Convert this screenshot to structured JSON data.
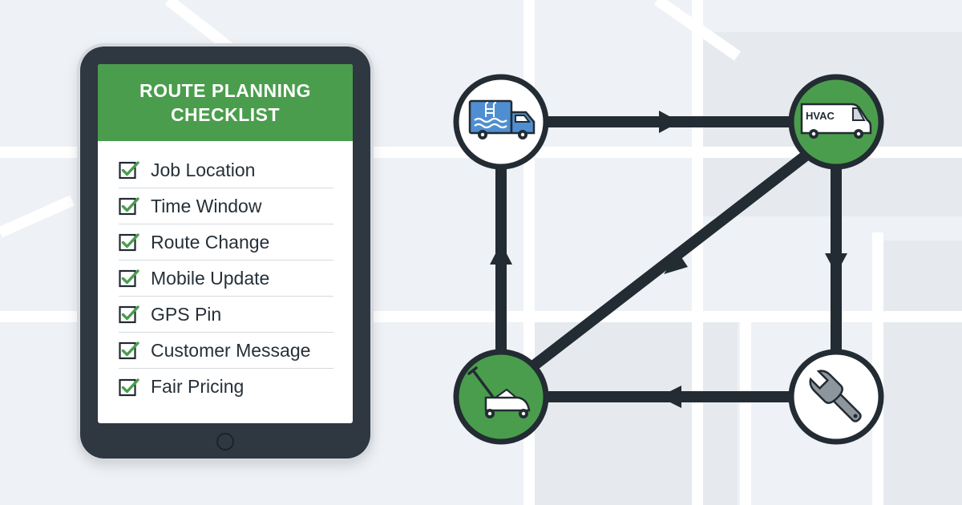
{
  "checklist": {
    "title_line1": "ROUTE PLANNING",
    "title_line2": "CHECKLIST",
    "items": [
      "Job Location",
      "Time Window",
      "Route Change",
      "Mobile Update",
      "GPS Pin",
      "Customer Message",
      "Fair Pricing"
    ]
  },
  "nodes": {
    "pool_van": {
      "icon": "pool-service-truck-icon"
    },
    "hvac_van": {
      "icon": "hvac-van-icon",
      "label": "HVAC"
    },
    "handyman": {
      "icon": "wrench-icon"
    },
    "lawn_care": {
      "icon": "lawn-mower-icon"
    }
  },
  "colors": {
    "brand_green": "#4a9d4c",
    "dark": "#232b33",
    "truck_blue": "#4f8fd1",
    "background": "#eef1f5"
  }
}
